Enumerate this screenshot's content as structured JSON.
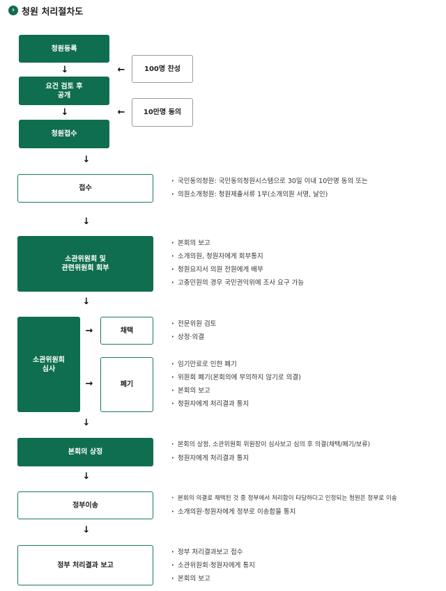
{
  "title": "청원 처리절차도",
  "top": {
    "register": "청원등록",
    "review_open": "요건 검토 후\n공개",
    "accept": "청원접수",
    "side_100": "100명 찬성",
    "side_100k": "10만명 동의"
  },
  "steps": {
    "receipt": "접수",
    "committee_refer": "소관위원회 및\n관련위원회 회부",
    "committee_review": "소관위원회\n심사",
    "adopt": "채택",
    "discard": "폐기",
    "plenary": "본회의 상정",
    "transfer": "정부이송",
    "report": "정부 처리결과 보고"
  },
  "notes": {
    "receipt": [
      "국민동의청원: 국민동의청원시스템으로 30일 이내 10만명 동의 또는",
      "의원소개청원: 청원제출서류 1부(소개의원 서명, 날인)"
    ],
    "committee_refer": [
      "본회의 보고",
      "소개의원, 청원자에게 회부통지",
      "청원요지서 의원 전원에게 배부",
      "고충민원의 경우 국민권익위에 조사 요구 가능"
    ],
    "adopt": [
      "전문위원 검토",
      "상정·의결"
    ],
    "discard": [
      "임기만료로 인한 폐기",
      "위원회 폐기(본회의에 부의하지 않기로 의결)",
      "본회의 보고",
      "청원자에게 처리결과 통지"
    ],
    "plenary": [
      "본회의 상정, 소관위원회 위원장이 심사보고 심의 후 의결(채택/폐기/보류)",
      "청원자에게 처리결과 통지"
    ],
    "transfer": [
      "본회의 의결로 채택된 것 중 정부에서 처리함이 타당하다고 인정되는 청원은 정부로 이송",
      "소개의원·청원자에게 정부로 이송함을 통지"
    ],
    "report": [
      "정부 처리결과보고 접수",
      "소관위원회·청원자에게 통지",
      "본회의 보고"
    ]
  },
  "colors": {
    "accent": "#0f6e4f"
  }
}
